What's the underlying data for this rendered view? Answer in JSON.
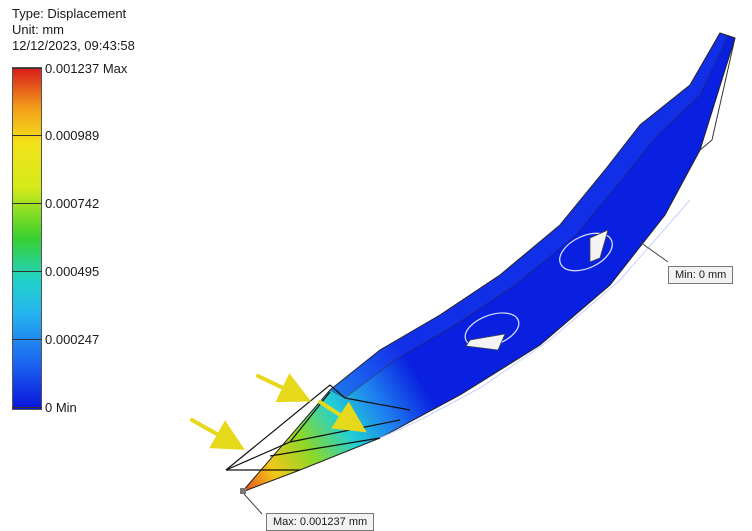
{
  "result": {
    "type_label": "Type: Displacement",
    "unit_label": "Unit: mm",
    "timestamp": "12/12/2023, 09:43:58"
  },
  "legend": {
    "labels": [
      "0.001237 Max",
      "0.000989",
      "0.000742",
      "0.000495",
      "0.000247",
      "0 Min"
    ],
    "colors": {
      "max": "#d81b1b",
      "min": "#0a14d9"
    }
  },
  "probes": {
    "min_label": "Min: 0 mm",
    "max_label": "Max: 0.001237 mm"
  }
}
